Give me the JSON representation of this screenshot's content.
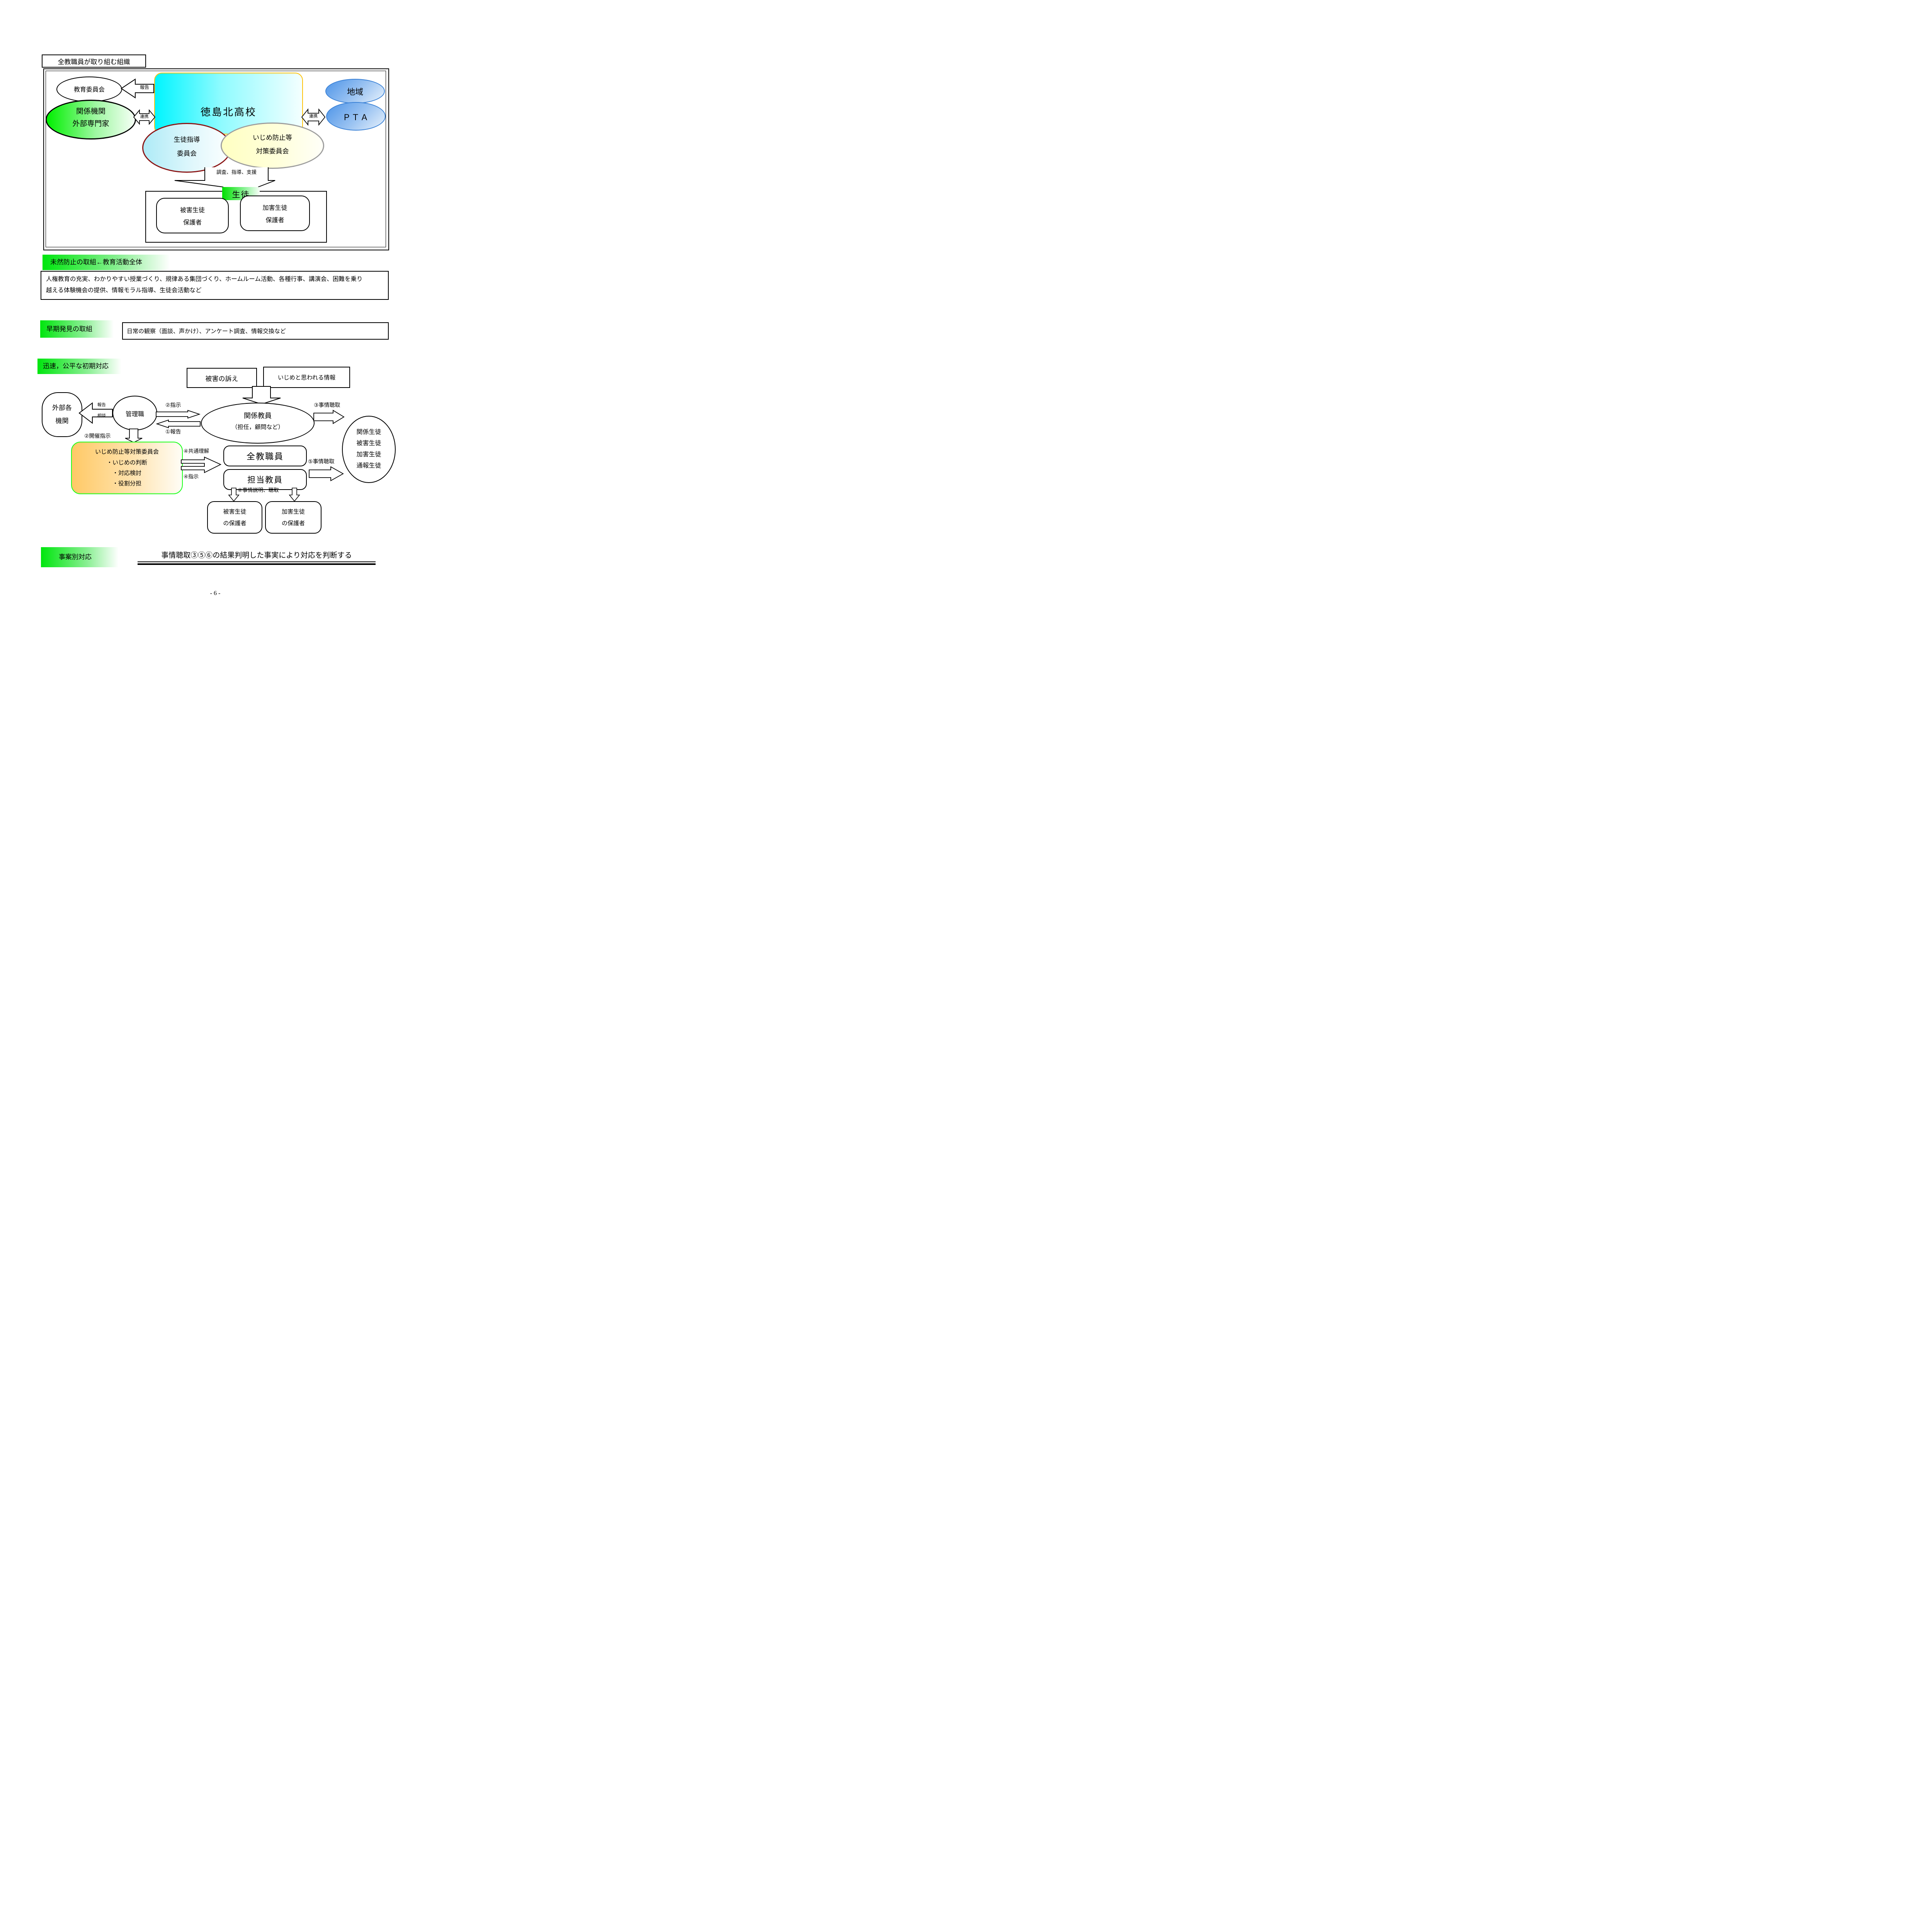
{
  "page": {
    "title": "全教職員が取り組む組織",
    "page_number": "- 6 -"
  },
  "colors": {
    "band_green": "#00e60e",
    "school_fill": "#00f5ff",
    "school_border": "#ffc107",
    "agency_green": "#00f000",
    "blue_ellipse": "#4d94e8",
    "guidance_border": "#8b1616",
    "bullying_border": "#9e9e9e",
    "committee_fill": "#ffc966",
    "committee_border": "#1aff1a",
    "students_green": "#00e000"
  },
  "org_chart": {
    "school": "徳島北高校",
    "board": "教育委員会",
    "report": "報告",
    "agencies_line1": "関係機関",
    "agencies_line2": "外部専門家",
    "cooperation_left": "連携",
    "cooperation_right": "連携",
    "community": "地域",
    "pta": "ＰＴＡ",
    "guidance_line1": "生徒指導",
    "guidance_line2": "委員会",
    "bullying_line1": "いじめ防止等",
    "bullying_line2": "対策委員会",
    "actions": "調査、指導、支援",
    "students": "生徒",
    "victim_line1": "被害生徒",
    "victim_line2": "保護者",
    "perp_line1": "加害生徒",
    "perp_line2": "保護者"
  },
  "prevention": {
    "heading": "未然防止の取組←教育活動全体",
    "line1": "人権教育の充実、わかりやすい授業づくり、規律ある集団づくり、ホームルーム活動、各種行事、講演会、困難を乗り",
    "line2": "越える体験機会の提供、情報モラル指導、生徒会活動など"
  },
  "early_detection": {
    "heading": "早期発見の取組",
    "body": "日常の観察（面談、声かけ）、アンケート調査、情報交換など"
  },
  "initial_response": {
    "heading": "迅速，公平な初期対応",
    "victim_claim": "被害の訴え",
    "info": "いじめと思われる情報",
    "external_line1": "外部各",
    "external_line2": "機関",
    "report": "報告",
    "consult": "相談",
    "management": "管理職",
    "instruct2": "②指示",
    "report1": "①報告",
    "teachers_line1": "関係教員",
    "teachers_line2": "（担任，顧問など）",
    "hearing3": "③事情聴取",
    "convene2": "②開催指示",
    "committee_title": "いじめ防止等対策委員会",
    "committee_item1": "・いじめの判断",
    "committee_item2": "・対応検討",
    "committee_item3": "・役割分担",
    "common4": "④共通理解",
    "instruct4": "④指示",
    "all_staff": "全教職員",
    "in_charge": "担当教員",
    "hearing5": "⑤事情聴取",
    "explain6": "⑥事情説明、聴取",
    "students_line1": "関係生徒",
    "students_line2": "被害生徒",
    "students_line3": "加害生徒",
    "students_line4": "通報生徒",
    "victim_parents_line1": "被害生徒",
    "victim_parents_line2": "の保護者",
    "perp_parents_line1": "加害生徒",
    "perp_parents_line2": "の保護者"
  },
  "case_response": {
    "heading": "事案別対応",
    "statement": "事情聴取③⑤⑥の結果判明した事実により対応を判断する"
  }
}
